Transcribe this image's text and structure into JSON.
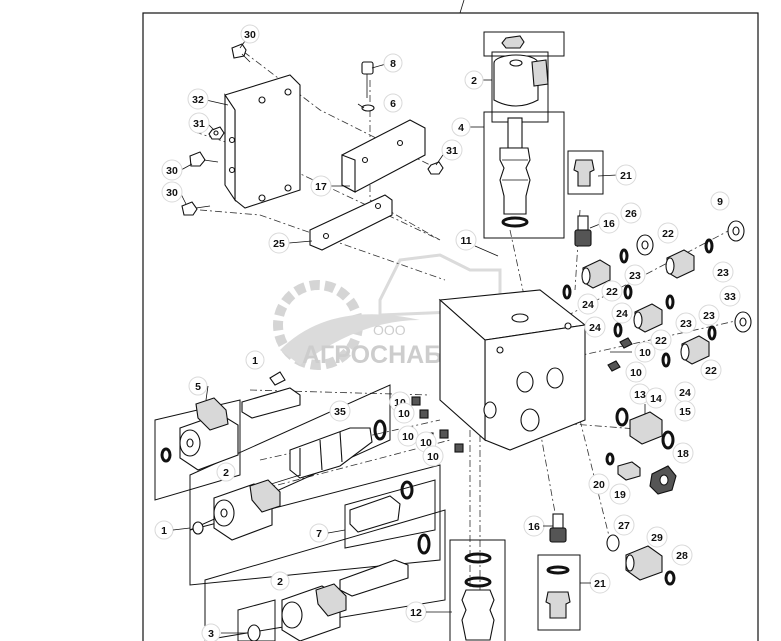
{
  "callouts": [
    {
      "id": "c30a",
      "label": "30"
    },
    {
      "id": "c8",
      "label": "8"
    },
    {
      "id": "c2a",
      "label": "2"
    },
    {
      "id": "c32",
      "label": "32"
    },
    {
      "id": "c6",
      "label": "6"
    },
    {
      "id": "c31a",
      "label": "31"
    },
    {
      "id": "c4",
      "label": "4"
    },
    {
      "id": "c30b",
      "label": "30"
    },
    {
      "id": "c31b",
      "label": "31"
    },
    {
      "id": "c17",
      "label": "17"
    },
    {
      "id": "c30c",
      "label": "30"
    },
    {
      "id": "c21a",
      "label": "21"
    },
    {
      "id": "c9",
      "label": "9"
    },
    {
      "id": "c26",
      "label": "26"
    },
    {
      "id": "c22a",
      "label": "22"
    },
    {
      "id": "c16a",
      "label": "16"
    },
    {
      "id": "c25",
      "label": "25"
    },
    {
      "id": "c11",
      "label": "11"
    },
    {
      "id": "c23a",
      "label": "23"
    },
    {
      "id": "c23b",
      "label": "23"
    },
    {
      "id": "c33",
      "label": "33"
    },
    {
      "id": "c22b",
      "label": "22"
    },
    {
      "id": "c24a",
      "label": "24"
    },
    {
      "id": "c24b",
      "label": "24"
    },
    {
      "id": "c23c",
      "label": "23"
    },
    {
      "id": "c23d",
      "label": "23"
    },
    {
      "id": "c24c",
      "label": "24"
    },
    {
      "id": "c22c",
      "label": "22"
    },
    {
      "id": "c10a",
      "label": "10"
    },
    {
      "id": "c1a",
      "label": "1"
    },
    {
      "id": "c10b",
      "label": "10"
    },
    {
      "id": "c22d",
      "label": "22"
    },
    {
      "id": "c5",
      "label": "5"
    },
    {
      "id": "c24d",
      "label": "24"
    },
    {
      "id": "c13",
      "label": "13"
    },
    {
      "id": "c14",
      "label": "14"
    },
    {
      "id": "c10c",
      "label": "10"
    },
    {
      "id": "c35",
      "label": "35"
    },
    {
      "id": "c10d",
      "label": "10"
    },
    {
      "id": "c15",
      "label": "15"
    },
    {
      "id": "c10e",
      "label": "10"
    },
    {
      "id": "c10f",
      "label": "10"
    },
    {
      "id": "c10g",
      "label": "10"
    },
    {
      "id": "c18",
      "label": "18"
    },
    {
      "id": "c2b",
      "label": "2"
    },
    {
      "id": "c20",
      "label": "20"
    },
    {
      "id": "c19",
      "label": "19"
    },
    {
      "id": "c1b",
      "label": "1"
    },
    {
      "id": "c7",
      "label": "7"
    },
    {
      "id": "c16b",
      "label": "16"
    },
    {
      "id": "c27",
      "label": "27"
    },
    {
      "id": "c29",
      "label": "29"
    },
    {
      "id": "c21b",
      "label": "21"
    },
    {
      "id": "c28",
      "label": "28"
    },
    {
      "id": "c2c",
      "label": "2"
    },
    {
      "id": "c12",
      "label": "12"
    },
    {
      "id": "c3",
      "label": "3"
    }
  ],
  "watermark": {
    "company_prefix": "ООО",
    "company_name": "АГРОСНАБ"
  }
}
